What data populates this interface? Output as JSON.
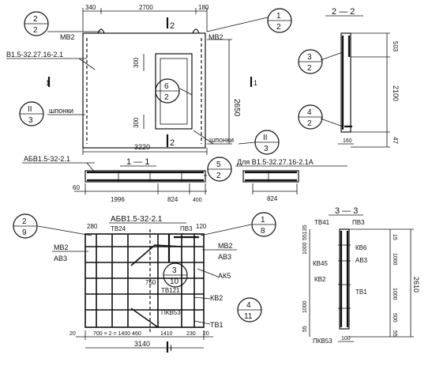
{
  "dims": {
    "top_340": "340",
    "top_2700": "2700",
    "top_180": "180",
    "v_300a": "300",
    "v_2650": "2650",
    "v_300b": "300",
    "bot_3220": "3220",
    "s22_503": "503",
    "s22_2100": "2100",
    "s22_160": "160",
    "s22_47": "47",
    "s11_60": "60",
    "s11_1996": "1996",
    "s11_824": "824",
    "s11_400": "400",
    "s11b_824": "824",
    "p_280": "280",
    "p_120": "120",
    "p_20a": "20",
    "p_seq": "700 × 2 = 1400 460",
    "p_1410": "1410",
    "p_230": "230",
    "p_20b": "20",
    "p_3140": "3140",
    "s33_1000a": "1000",
    "s33_55135": "55135",
    "s33_1000b": "1000",
    "s33_55a": "55",
    "s33_15": "15",
    "s33_1000c": "1000",
    "s33_1000d": "1000",
    "s33_500": "500",
    "s33_55b": "55",
    "s33_100": "100",
    "s33_2610": "2610"
  },
  "marks": {
    "mv2_a": "МВ2",
    "mv2_b": "МВ2",
    "mv2_c": "МВ2",
    "mv2_d": "МВ2",
    "panel_name": "В1.5-32.27.16-2.1",
    "shponki_a": "шпонки",
    "shponki_b": "шпонки",
    "abv_label": "АБВ1.5-32-2.1",
    "dlya_label": "Для В1.5-32.27.16-2.1А",
    "abv_plan_label": "АБВ1.5-32-2.1",
    "tv24": "ТВ24",
    "pv3a": "ПВ3",
    "av3_a": "АВ3",
    "av3_b": "АВ3",
    "av3_c": "АВ3",
    "ak5": "АК5",
    "tv121": "ТВ121",
    "kv2_a": "КВ2",
    "kv2_b": "КВ2",
    "pkv53_a": "ПКВ53",
    "pkv53_b": "ПКВ53",
    "tv1_a": "ТВ1",
    "tv1_b": "ТВ1",
    "tv41": "ТВ41",
    "pv3b": "ПВ3",
    "kv6": "КВ6",
    "kv45": "КВ45",
    "val_750": "750"
  },
  "sections": {
    "s22": "2 — 2",
    "s11": "1 — 1",
    "s33": "3 — 3",
    "cut1_left": "1",
    "cut1_right": "1",
    "cut1_left_b": "1",
    "cut1_right_b": "1",
    "cut2_top": "2",
    "cut2_bot": "2",
    "cut_I": "I",
    "cut_3a": "3",
    "cut_3b": "3"
  },
  "callouts": {
    "c_2_2": {
      "top": "2",
      "bot": "2"
    },
    "c_1_2": {
      "top": "1",
      "bot": "2"
    },
    "c_6_2": {
      "top": "6",
      "bot": "2"
    },
    "c_II_3a": {
      "top": "II",
      "bot": "3"
    },
    "c_II_3b": {
      "top": "II",
      "bot": "3"
    },
    "c_3_2": {
      "top": "3",
      "bot": "2"
    },
    "c_4_2": {
      "top": "4",
      "bot": "2"
    },
    "c_5_2": {
      "top": "5",
      "bot": "2"
    },
    "c_2_9": {
      "top": "2",
      "bot": "9"
    },
    "c_1_8": {
      "top": "1",
      "bot": "8"
    },
    "c_3_10": {
      "top": "3",
      "bot": "10"
    },
    "c_4_11": {
      "top": "4",
      "bot": "11"
    }
  }
}
